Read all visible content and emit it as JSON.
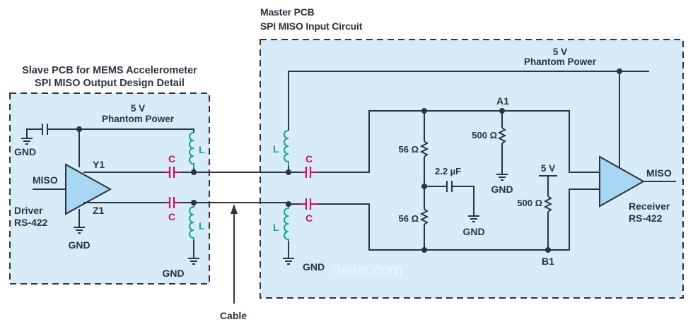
{
  "colors": {
    "wire": "#2b3440",
    "box_fill": "#d8ebf8",
    "box_border": "#2b3440",
    "amp_fill": "#a9d6f2",
    "capacitor": "#c0165b",
    "inductor": "#15a77b",
    "text": "#2b3440"
  },
  "slave": {
    "title_line1": "Slave PCB for MEMS Accelerometer",
    "title_line2": "SPI MISO Output Design Detail",
    "power_v": "5 V",
    "power_label": "Phantom Power",
    "gnd_cap_label": "GND",
    "input_label": "MISO",
    "y_label": "Y1",
    "z_label": "Z1",
    "driver_label": "Driver",
    "driver_std": "RS-422",
    "driver_gnd": "GND",
    "cap_top": "C",
    "cap_bottom": "C",
    "ind_top": "L",
    "ind_bottom": "L",
    "ind_gnd": "GND"
  },
  "master": {
    "title_line1": "Master PCB",
    "title_line2": "SPI MISO Input Circuit",
    "power_v": "5 V",
    "power_label": "Phantom Power",
    "ind_top": "L",
    "ind_bottom": "L",
    "cap_top": "C",
    "cap_bottom": "C",
    "ind_gnd": "GND",
    "r_top": "56 Ω",
    "r_bottom": "56 Ω",
    "cap_mid": "2.2 µF",
    "cap_mid_gnd": "GND",
    "node_a": "A1",
    "node_b": "B1",
    "r_a": "500 Ω",
    "r_a_gnd": "GND",
    "r_b_supply": "5 V",
    "r_b": "500 Ω",
    "output_label": "MISO",
    "receiver_label": "Receiver",
    "receiver_std": "RS-422"
  },
  "cable_label": "Cable",
  "watermark": "news.com"
}
